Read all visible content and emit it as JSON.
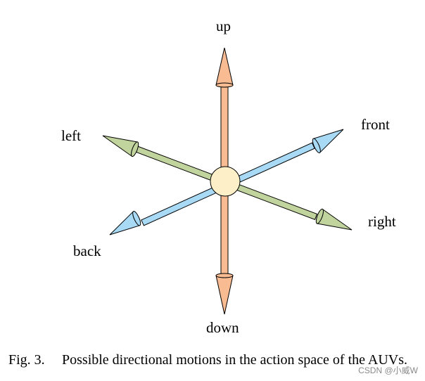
{
  "labels": {
    "up": "up",
    "down": "down",
    "left": "left",
    "right": "right",
    "front": "front",
    "back": "back"
  },
  "caption": {
    "number": "Fig. 3.",
    "text": "Possible directional motions in the action space of the AUVs."
  },
  "watermark": "CSDN @小威W",
  "colors": {
    "vertical_axis": "#f8bb92",
    "left_right_axis": "#c2d49d",
    "front_back_axis": "#a8daf6",
    "center_node": "#fdefc8",
    "outline": "#000000"
  },
  "icons": [
    "up-arrow",
    "down-arrow",
    "left-arrow",
    "right-arrow",
    "front-arrow",
    "back-arrow",
    "center-node"
  ]
}
